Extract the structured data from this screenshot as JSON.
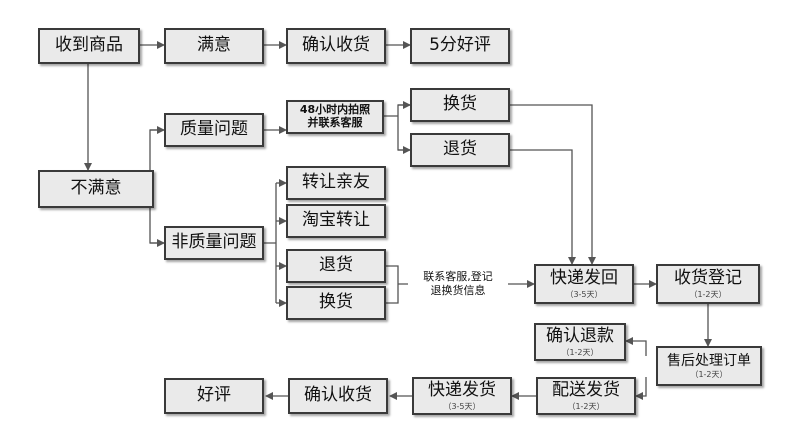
{
  "nodes": {
    "receive_goods": "收到商品",
    "satisfied": "满意",
    "confirm_receipt_top": "确认收货",
    "five_star": "5分好评",
    "unsatisfied": "不满意",
    "quality_issue": "质量问题",
    "contact_service_photo": "48小时内拍照\n并联系客服",
    "exchange_top": "换货",
    "return_top": "退货",
    "non_quality_issue": "非质量问题",
    "transfer_friend": "转让亲友",
    "taobao_transfer": "淘宝转让",
    "return_mid": "退货",
    "exchange_mid": "换货",
    "contact_register": "联系客服,登记\n退换货信息",
    "express_return": "快递发回",
    "express_return_days": "（3-5天）",
    "receipt_register": "收货登记",
    "receipt_register_days": "（1-2天）",
    "confirm_refund": "确认退款",
    "confirm_refund_days": "（1-2天）",
    "after_sale": "售后处理订单",
    "after_sale_days": "（1-2天）",
    "ship_out": "配送发货",
    "ship_out_days": "（1-2天）",
    "express_ship": "快递发货",
    "express_ship_days": "（3-5天）",
    "confirm_receipt_bottom": "确认收货",
    "good_review": "好评"
  },
  "colors": {
    "box_fill": "#eaeaea",
    "box_border": "#3a3a3a",
    "line": "#555555"
  }
}
